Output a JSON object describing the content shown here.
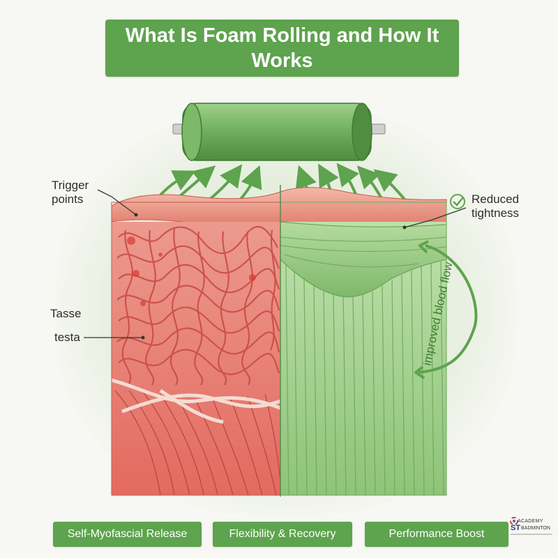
{
  "title": "What Is Foam Rolling and How It Works",
  "labels": {
    "trigger_points": "Trigger\npoints",
    "tasse": "Tasse",
    "testa": "testa",
    "reduced_tightness": "Reduced\ntightness",
    "improved_blood_flow": "improved blood flow"
  },
  "pills": [
    "Self-Myofascial Release",
    "Flexibility & Recovery",
    "Performance Boost"
  ],
  "logo": {
    "top": "ACADEMY",
    "main": "ST",
    "sub": "BADMINTON"
  },
  "colors": {
    "green": "#5ea34e",
    "red_tissue": "#e36a66",
    "green_tissue": "#8fc47a"
  },
  "icons": [
    "check-circle-icon",
    "foam-roller-icon",
    "curved-arrow-icon"
  ]
}
